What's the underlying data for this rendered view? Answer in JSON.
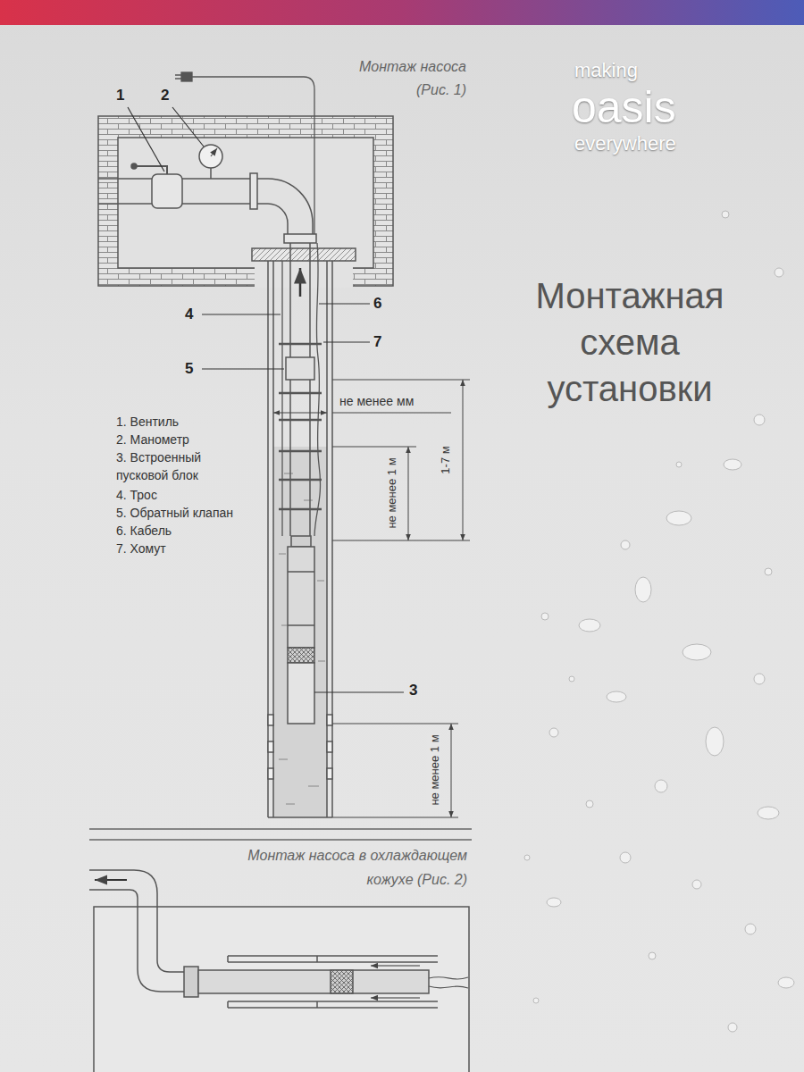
{
  "diagram": {
    "title": "Монтажная схема установки",
    "labels": [
      "Монтаж насоса (Рис. 1)",
      "making",
      "oasis",
      "everywhere",
      "1",
      "2",
      "4",
      "6",
      "7",
      "5",
      "не менее мм",
      "1. Вентиль",
      "2. Манометр",
      "3. Встроенный пусковой блок",
      "4. Трос",
      "5. Обратный клапан",
      "6. Кабель",
      "7. Хомут",
      "не менее 1 м",
      "1-7 м",
      "3",
      "не менее 1 м",
      "Монтаж насоса в охлаждающем кожухе (Рис. 2)"
    ]
  }
}
